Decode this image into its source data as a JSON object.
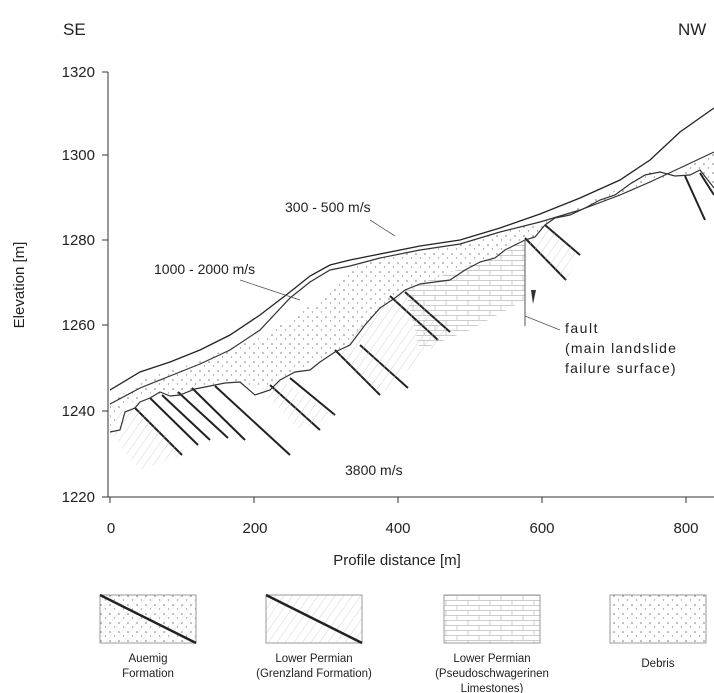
{
  "directions": {
    "left": "SE",
    "right": "NW"
  },
  "y_axis": {
    "label": "Elevation [m]",
    "ticks": [
      "1320",
      "1300",
      "1280",
      "1260",
      "1240",
      "1220"
    ]
  },
  "x_axis": {
    "label": "Profile distance [m]",
    "ticks": [
      "0",
      "200",
      "400",
      "600",
      "800"
    ]
  },
  "annotations": {
    "v_300_500": "300 - 500 m/s",
    "v_1000_2000": "1000 - 2000 m/s",
    "v_3800": "3800 m/s",
    "fault_line1": "fault",
    "fault_line2": "(main landslide",
    "fault_line3": "failure surface)"
  },
  "legend": [
    {
      "pattern": "auemig",
      "line1": "Auemig",
      "line2": "Formation",
      "line3": ""
    },
    {
      "pattern": "grenzland",
      "line1": "Lower Permian",
      "line2": "(Grenzland Formation)",
      "line3": ""
    },
    {
      "pattern": "limestone",
      "line1": "Lower Permian",
      "line2": "(Pseudoschwagerinen",
      "line3": "Limestones)"
    },
    {
      "pattern": "debris",
      "line1": "Debris",
      "line2": "",
      "line3": ""
    }
  ]
}
